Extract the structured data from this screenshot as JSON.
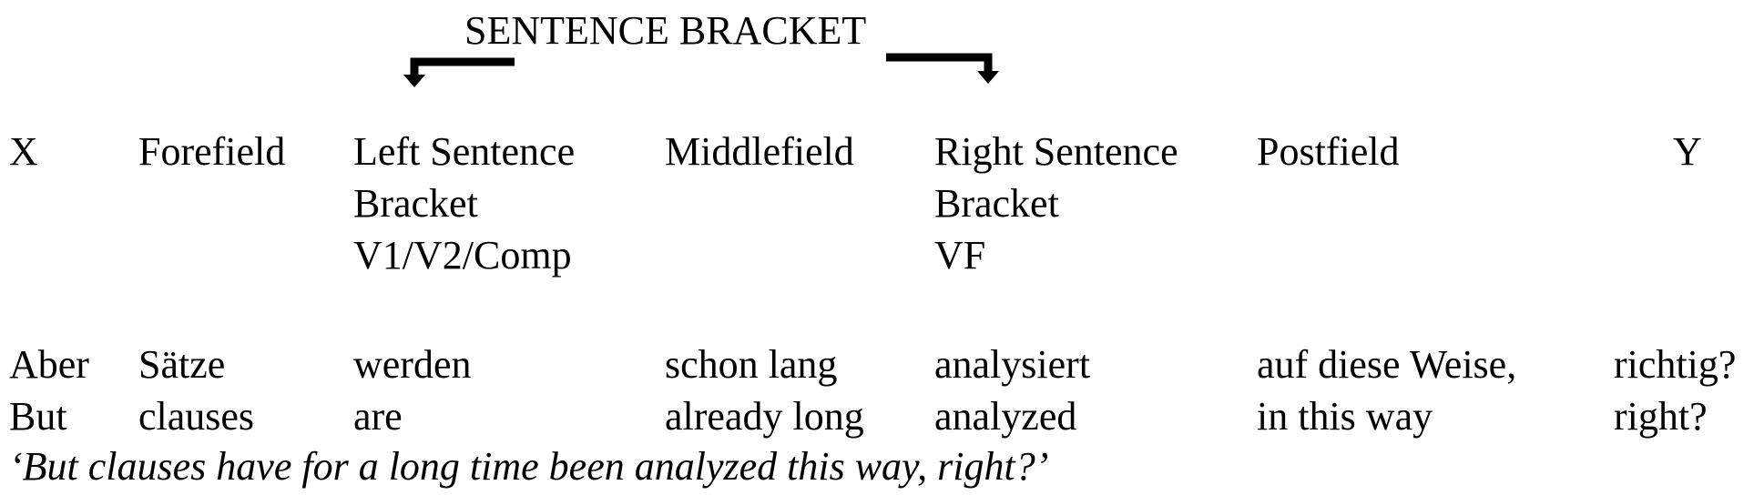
{
  "title": "SENTENCE BRACKET",
  "fields": {
    "x": "X",
    "forefield": "Forefield",
    "left_bracket": [
      "Left Sentence",
      "Bracket",
      "V1/V2/Comp"
    ],
    "middlefield": "Middlefield",
    "right_bracket": [
      "Right Sentence",
      "Bracket",
      "VF"
    ],
    "postfield": "Postfield",
    "y": "Y"
  },
  "german_row": [
    "Aber",
    "Sätze",
    "werden",
    "schon lang",
    "analysiert",
    "auf diese Weise,",
    "richtig?"
  ],
  "english_row": [
    "But",
    "clauses",
    "are",
    "already long",
    "analyzed",
    "in this way",
    "right?"
  ],
  "translation": "‘But clauses have for a long time been analyzed this way, right?’"
}
